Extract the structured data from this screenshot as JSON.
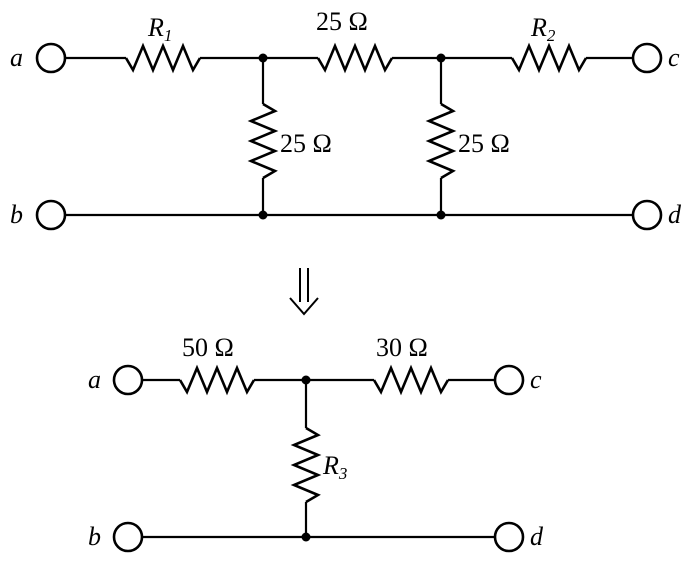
{
  "top_circuit": {
    "terminals": {
      "a": "a",
      "b": "b",
      "c": "c",
      "d": "d"
    },
    "R1": {
      "main": "R",
      "sub": "1"
    },
    "R2": {
      "main": "R",
      "sub": "2"
    },
    "series_mid": "25 Ω",
    "shunt_left": "25 Ω",
    "shunt_right": "25 Ω"
  },
  "transform_arrow": "⇓",
  "bottom_circuit": {
    "terminals": {
      "a": "a",
      "b": "b",
      "c": "c",
      "d": "d"
    },
    "left_resistor": "50 Ω",
    "right_resistor": "30 Ω",
    "R3": {
      "main": "R",
      "sub": "3"
    }
  }
}
